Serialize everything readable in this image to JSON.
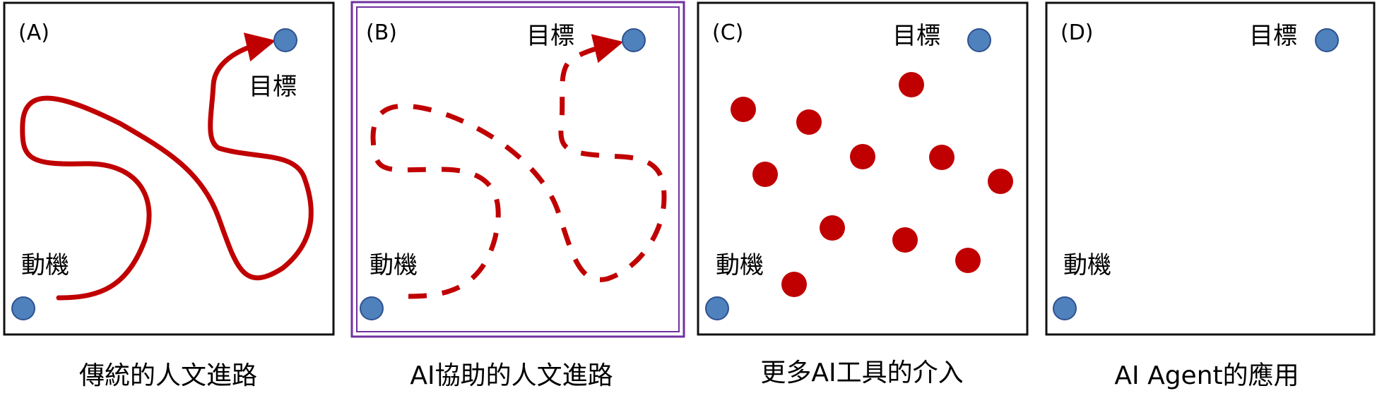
{
  "colors": {
    "frame": "#111111",
    "frame_highlight": "#7030A0",
    "path": "#C00000",
    "node": "#4F81BD",
    "node_stroke": "#2F528F"
  },
  "panels": [
    {
      "id": "A",
      "label": "(A)",
      "goal": "目標",
      "start": "動機",
      "caption": "傳統的人文進路",
      "path_style": "solid"
    },
    {
      "id": "B",
      "label": "(B)",
      "goal": "目標",
      "start": "動機",
      "caption": "AI協助的人文進路",
      "path_style": "dashed"
    },
    {
      "id": "C",
      "label": "(C)",
      "goal": "目標",
      "start": "動機",
      "caption": "更多AI工具的介入",
      "path_style": "dots"
    },
    {
      "id": "D",
      "label": "(D)",
      "goal": "目標",
      "start": "動機",
      "caption": "AI Agent的應用",
      "path_style": "none"
    }
  ]
}
